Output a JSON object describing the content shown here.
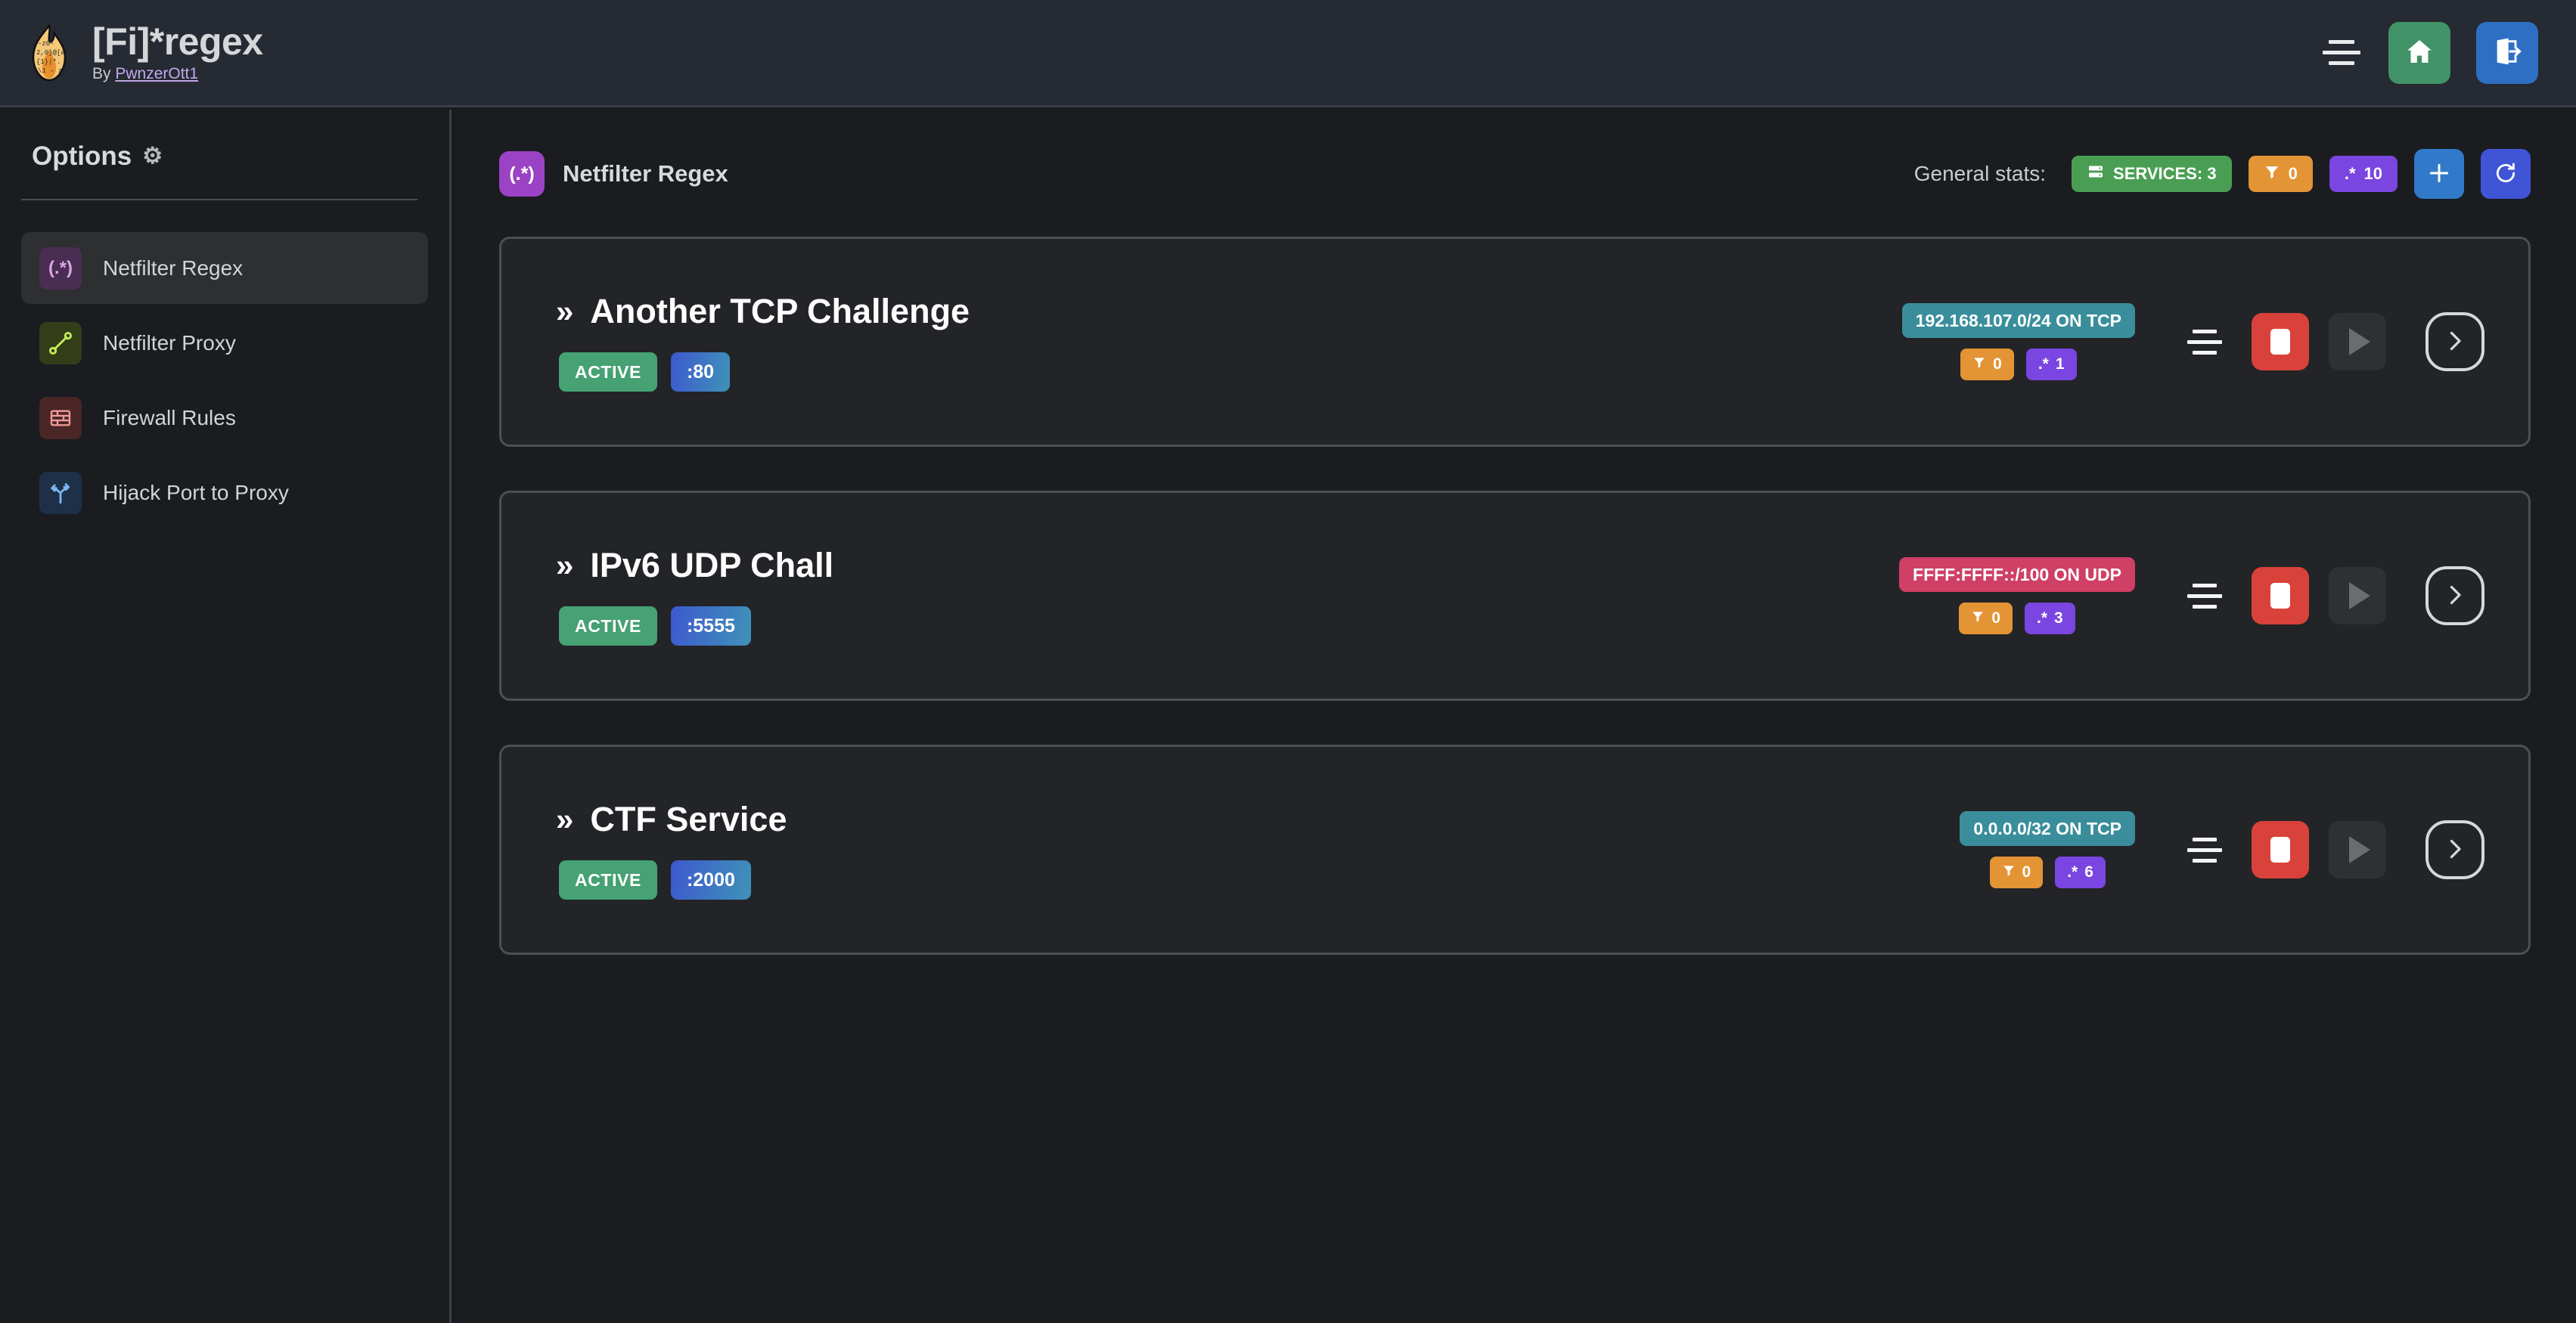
{
  "header": {
    "logo_icon": "flame-regex-logo",
    "title": "[Fi]*regex",
    "by_prefix": "By ",
    "author": "PwnzerOtt1",
    "menu_icon": "hamburger-icon",
    "home_icon": "home-icon",
    "logout_icon": "logout-icon"
  },
  "sidebar": {
    "heading": "Options",
    "gear_icon": "⚙",
    "items": [
      {
        "label": "Netfilter Regex",
        "icon": "(.*)",
        "icon_name": "regex-icon",
        "active": true
      },
      {
        "label": "Netfilter Proxy",
        "icon": "⎇",
        "icon_name": "plug-icon",
        "active": false
      },
      {
        "label": "Firewall Rules",
        "icon": "▦",
        "icon_name": "brick-wall-icon",
        "active": false
      },
      {
        "label": "Hijack Port to Proxy",
        "icon": "⎇",
        "icon_name": "fork-route-icon",
        "active": false
      }
    ]
  },
  "main": {
    "page_icon": "(.*)",
    "page_title": "Netfilter Regex",
    "stats_label": "General stats:",
    "stats": {
      "services_icon": "server-icon",
      "services_label": "SERVICES: 3",
      "filters_icon": "funnel-icon",
      "filters_count": "0",
      "regex_icon": ".*",
      "regex_count": "10"
    },
    "add_button_icon": "plus-icon",
    "refresh_button_icon": "refresh-icon"
  },
  "services": [
    {
      "chevron": "»",
      "name": "Another TCP Challenge",
      "status": "ACTIVE",
      "port": ":80",
      "cidr": "192.168.107.0/24 ON TCP",
      "cidr_color": "teal",
      "filters_count": "0",
      "regex_count": "1",
      "drag_handle_icon": "drag-handle-icon",
      "stop_icon": "stop-icon",
      "play_icon": "play-icon",
      "detail_icon": "chevron-right-icon"
    },
    {
      "chevron": "»",
      "name": "IPv6 UDP Chall",
      "status": "ACTIVE",
      "port": ":5555",
      "cidr": "FFFF:FFFF::/100 ON UDP",
      "cidr_color": "pink",
      "filters_count": "0",
      "regex_count": "3",
      "drag_handle_icon": "drag-handle-icon",
      "stop_icon": "stop-icon",
      "play_icon": "play-icon",
      "detail_icon": "chevron-right-icon"
    },
    {
      "chevron": "»",
      "name": "CTF Service",
      "status": "ACTIVE",
      "port": ":2000",
      "cidr": "0.0.0.0/32 ON TCP",
      "cidr_color": "teal",
      "filters_count": "0",
      "regex_count": "6",
      "drag_handle_icon": "drag-handle-icon",
      "stop_icon": "stop-icon",
      "play_icon": "play-icon",
      "detail_icon": "chevron-right-icon"
    }
  ],
  "colors": {
    "accent_purple": "#9a43c4",
    "active_green": "#46a173",
    "stop_red": "#d8423a",
    "cidr_teal": "#3a8e9b",
    "cidr_pink": "#cf3f66",
    "filter_orange": "#e39434",
    "regex_purple": "#7a45e0"
  }
}
